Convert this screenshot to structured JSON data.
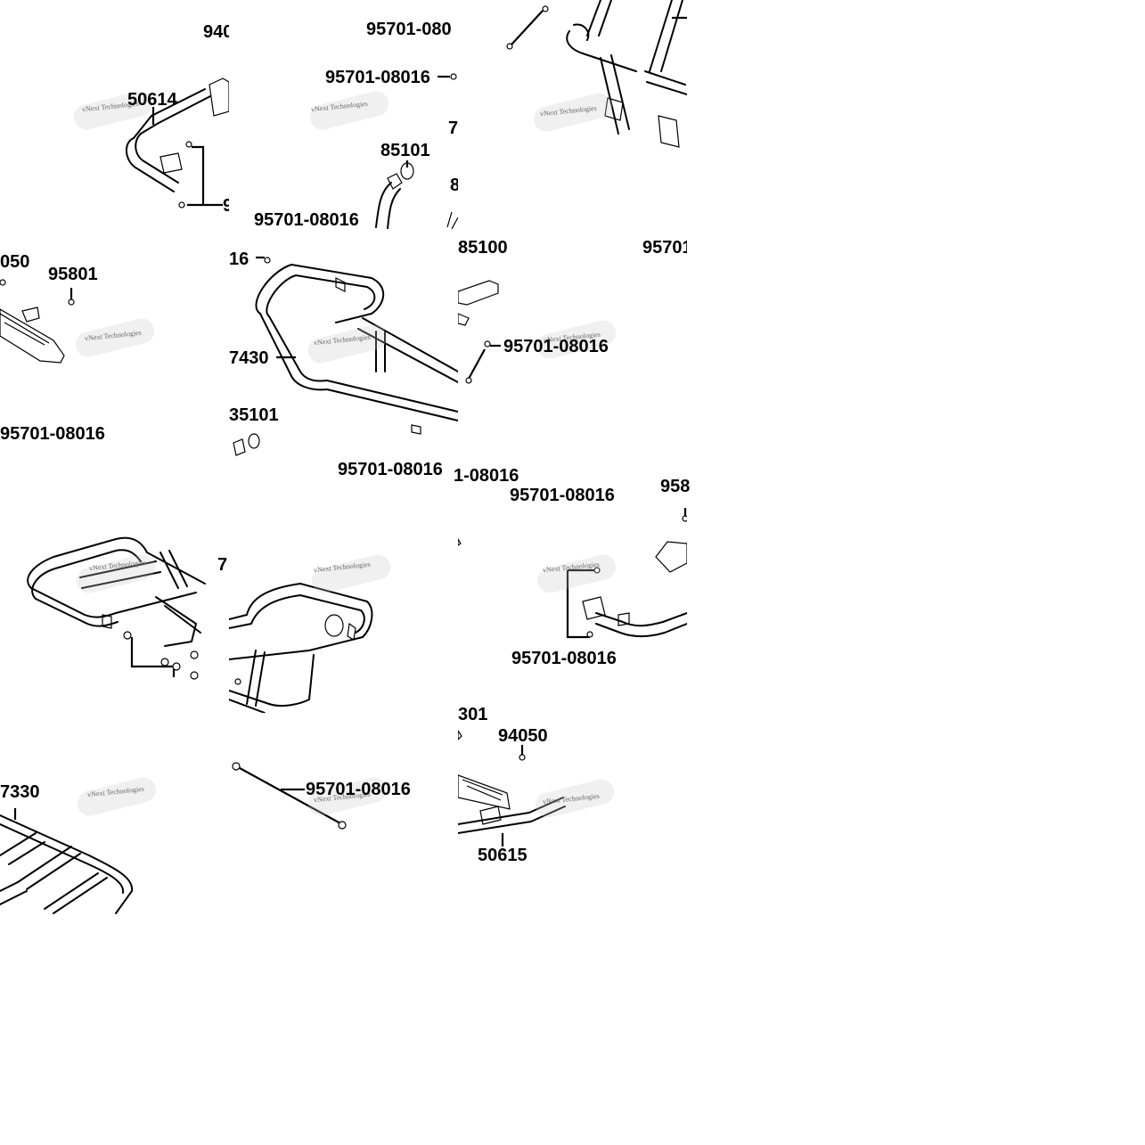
{
  "watermark": "vNext Technologies",
  "tiles": {
    "t1": {
      "labels": [
        "940",
        "50614",
        "9"
      ]
    },
    "t2": {
      "labels": [
        "95701-080",
        "95701-08016",
        "85101",
        "95701-08016",
        "7",
        "8"
      ]
    },
    "t3": {
      "labels": []
    },
    "t4": {
      "labels": [
        "050",
        "95801",
        "95701-08016"
      ]
    },
    "t5": {
      "labels": [
        "16",
        "7430",
        "35101"
      ]
    },
    "t6": {
      "labels": [
        "85100",
        "95701",
        "95701-08016",
        "95701-08016",
        "1-08016",
        "95701-08016"
      ]
    },
    "t7": {
      "labels": [
        "7"
      ]
    },
    "t8": {
      "labels": []
    },
    "t9": {
      "labels": [
        "958",
        "95701-08016"
      ]
    },
    "t10": {
      "labels": [
        "7330"
      ]
    },
    "t11": {
      "labels": [
        "95701-08016"
      ]
    },
    "t12": {
      "labels": [
        "301",
        "94050",
        "50615"
      ]
    }
  }
}
